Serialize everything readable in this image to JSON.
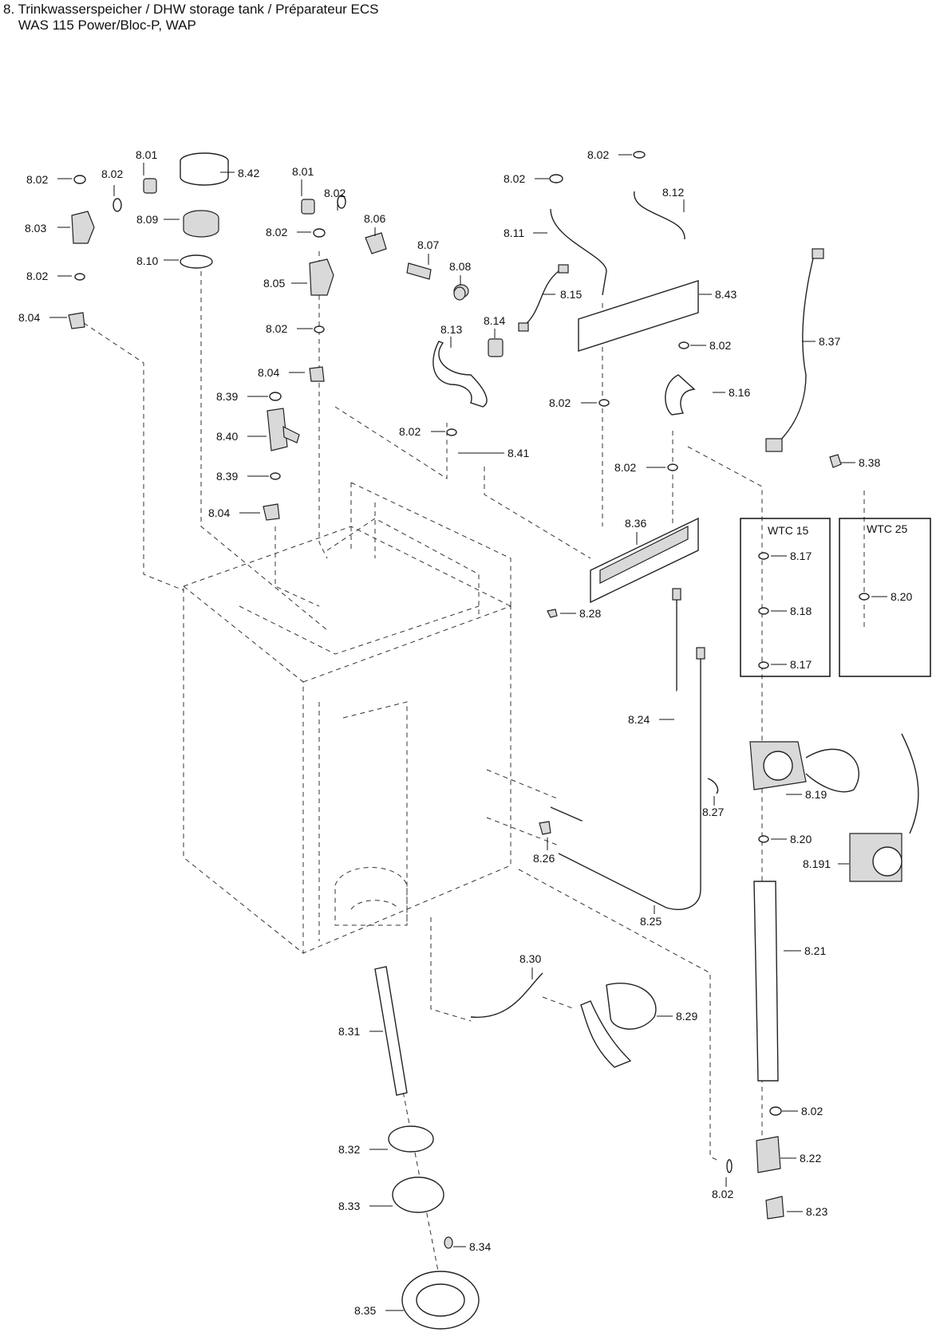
{
  "title": {
    "line1": "8. Trinkwasserspeicher / DHW storage tank / Préparateur ECS",
    "line2": "    WAS 115 Power/Bloc-P, WAP"
  },
  "callouts": [
    "8.01",
    "8.02",
    "8.02",
    "8.03",
    "8.02",
    "8.04",
    "8.42",
    "8.09",
    "8.10",
    "8.01",
    "8.02",
    "8.06",
    "8.02",
    "8.07",
    "8.08",
    "8.05",
    "8.02",
    "8.04",
    "8.39",
    "8.40",
    "8.39",
    "8.04",
    "8.02",
    "8.02",
    "8.11",
    "8.12",
    "8.15",
    "8.43",
    "8.14",
    "8.13",
    "8.02",
    "8.37",
    "8.16",
    "8.02",
    "8.02",
    "8.41",
    "8.02",
    "8.38",
    "8.36",
    "8.17",
    "8.20",
    "8.18",
    "8.17",
    "8.28",
    "8.24",
    "8.27",
    "8.19",
    "8.26",
    "8.20",
    "8.191",
    "8.25",
    "8.21",
    "8.30",
    "8.29",
    "8.31",
    "8.02",
    "8.32",
    "8.22",
    "8.02",
    "8.33",
    "8.23",
    "8.34",
    "8.35"
  ],
  "variant_boxes": [
    "WTC 15",
    "WTC 25"
  ]
}
